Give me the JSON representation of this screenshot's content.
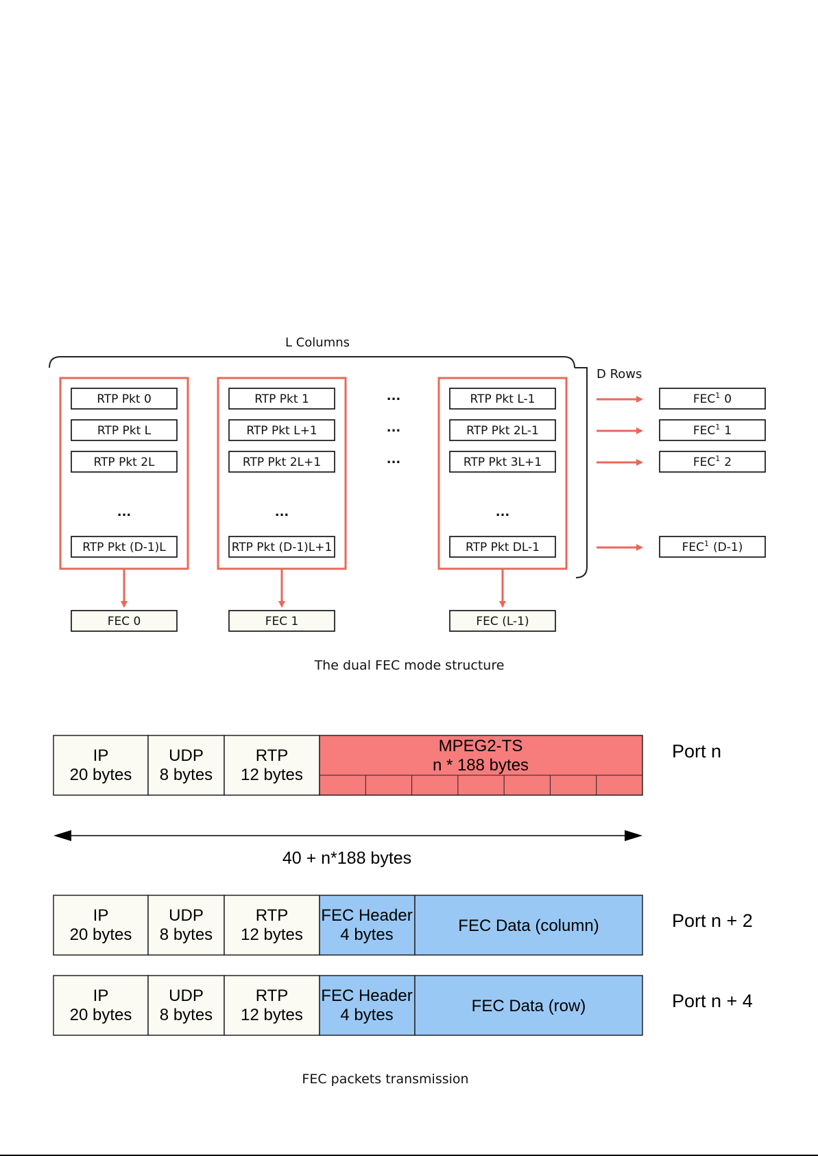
{
  "colors": {
    "group_border": "#e8685a",
    "arrow": "#e8685a",
    "payload_fill": "#f77c7c",
    "fec_fill": "#99c8f5",
    "header_fill": "#fbfbf3",
    "outline": "#222222"
  },
  "fec_structure": {
    "columns_label": "L Columns",
    "rows_label": "D Rows",
    "groups": [
      {
        "packets": [
          "RTP Pkt 0",
          "RTP Pkt L",
          "RTP Pkt 2L"
        ],
        "ellipsis": "...",
        "last": "RTP Pkt (D-1)L",
        "fec": "FEC 0"
      },
      {
        "packets": [
          "RTP Pkt 1",
          "RTP Pkt L+1",
          "RTP Pkt 2L+1"
        ],
        "ellipsis": "...",
        "last": "RTP Pkt (D-1)L+1",
        "fec": "FEC 1"
      },
      {
        "packets": [
          "RTP Pkt L-1",
          "RTP Pkt 2L-1",
          "RTP Pkt 3L+1"
        ],
        "ellipsis": "...",
        "last": "RTP Pkt DL-1",
        "fec": "FEC (L-1)"
      }
    ],
    "gap_ellipses": [
      "...",
      "...",
      "..."
    ],
    "row_fecs": [
      {
        "prefix": "FEC",
        "sup": "1",
        "suffix": "0"
      },
      {
        "prefix": "FEC",
        "sup": "1",
        "suffix": "1"
      },
      {
        "prefix": "FEC",
        "sup": "1",
        "suffix": "2"
      },
      {
        "prefix": "FEC",
        "sup": "1",
        "suffix": "(D-1)"
      }
    ],
    "caption": "The dual FEC mode structure"
  },
  "transmission": {
    "headers": [
      {
        "name": "IP",
        "size": "20 bytes"
      },
      {
        "name": "UDP",
        "size": "8 bytes"
      },
      {
        "name": "RTP",
        "size": "12 bytes"
      }
    ],
    "data_packet": {
      "payload_title": "MPEG2-TS",
      "payload_size": "n * 188 bytes",
      "payload_cells": 7,
      "port": "Port n"
    },
    "length_label": "40 + n*188 bytes",
    "fec_packets": [
      {
        "header_name": "FEC Header",
        "header_size": "4  bytes",
        "data": "FEC Data (column)",
        "port": "Port n + 2"
      },
      {
        "header_name": "FEC Header",
        "header_size": "4  bytes",
        "data": "FEC Data (row)",
        "port": "Port n + 4"
      }
    ],
    "caption": "FEC packets transmission"
  }
}
